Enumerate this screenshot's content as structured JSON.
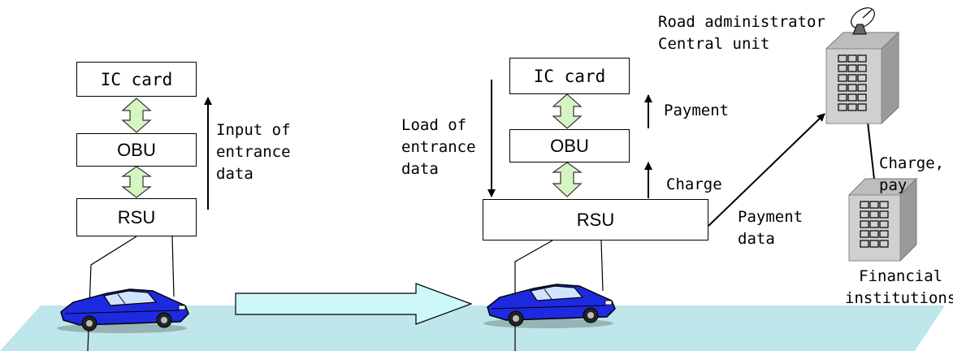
{
  "left_stack": {
    "ic_card": "IC card",
    "obu": "OBU",
    "rsu": "RSU",
    "arrow_label": "Input of\nentrance\ndata"
  },
  "right_stack": {
    "ic_card": "IC card",
    "obu": "OBU",
    "rsu": "RSU",
    "load_label": "Load of\nentrance\ndata",
    "payment_label": "Payment",
    "charge_label": "Charge",
    "payment_data_label": "Payment\ndata"
  },
  "central": {
    "label": "Road administrator\nCentral unit",
    "charge_pay_label": "Charge,\npay"
  },
  "financial": {
    "label": "Financial\ninstitutions"
  },
  "colors": {
    "road": "#bfe6ea",
    "car": "#1e2ae0",
    "bidirectional_arrow": "#d6f5c2",
    "movement_arrow": "#cdf7fb",
    "building_front": "#d0d0d0",
    "building_side": "#9a9a9a"
  }
}
